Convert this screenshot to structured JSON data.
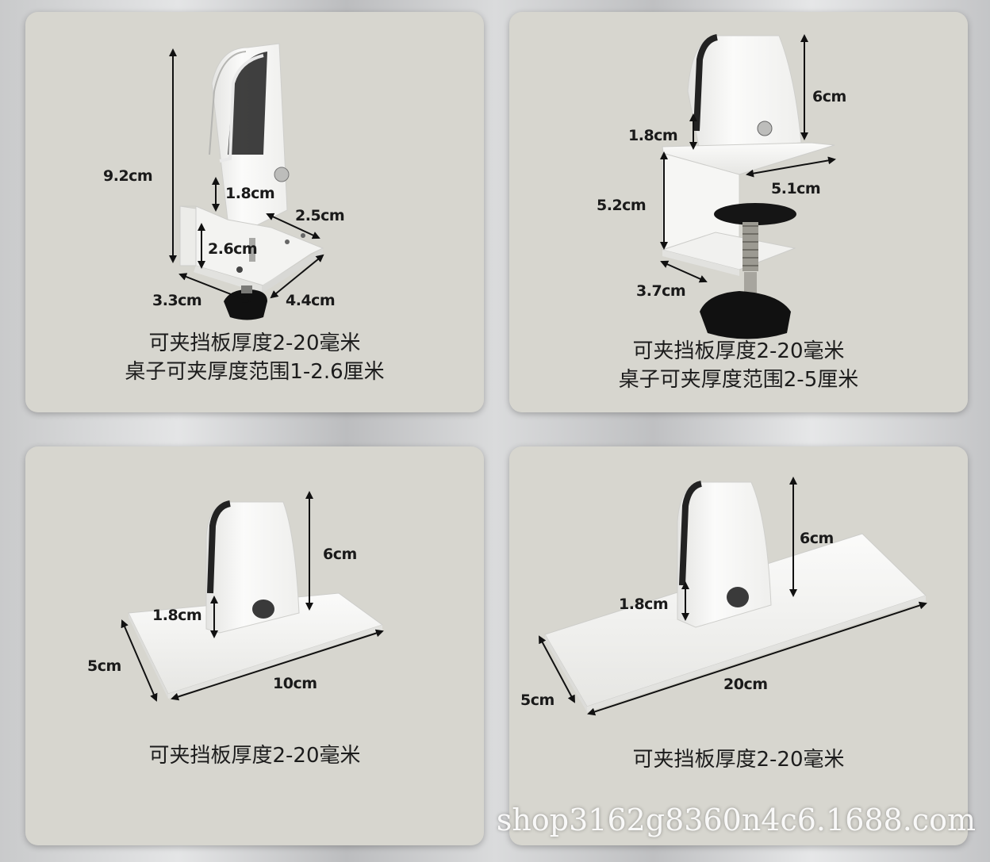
{
  "panels": [
    {
      "dims": {
        "height": "9.2cm",
        "slot": "1.8cm",
        "top": "2.5cm",
        "clamp": "2.6cm",
        "left": "3.3cm",
        "right": "4.4cm"
      },
      "captions": [
        "可夹挡板厚度2-20毫米",
        "桌子可夹厚度范围1-2.6厘米"
      ]
    },
    {
      "dims": {
        "height": "6cm",
        "slot": "1.8cm",
        "width": "5.1cm",
        "clamp": "5.2cm",
        "depth": "3.7cm"
      },
      "captions": [
        "可夹挡板厚度2-20毫米",
        "桌子可夹厚度范围2-5厘米"
      ]
    },
    {
      "dims": {
        "height": "6cm",
        "slot": "1.8cm",
        "width": "5cm",
        "length": "10cm"
      },
      "captions": [
        "可夹挡板厚度2-20毫米"
      ]
    },
    {
      "dims": {
        "height": "6cm",
        "slot": "1.8cm",
        "width": "5cm",
        "length": "20cm"
      },
      "captions": [
        "可夹挡板厚度2-20毫米"
      ]
    }
  ],
  "watermark": "shop3162g8360n4c6.1688.com",
  "colors": {
    "panel": "#d7d6cf",
    "product": "#f7f7f5",
    "knob": "#111111",
    "text": "#1a1a1a"
  }
}
